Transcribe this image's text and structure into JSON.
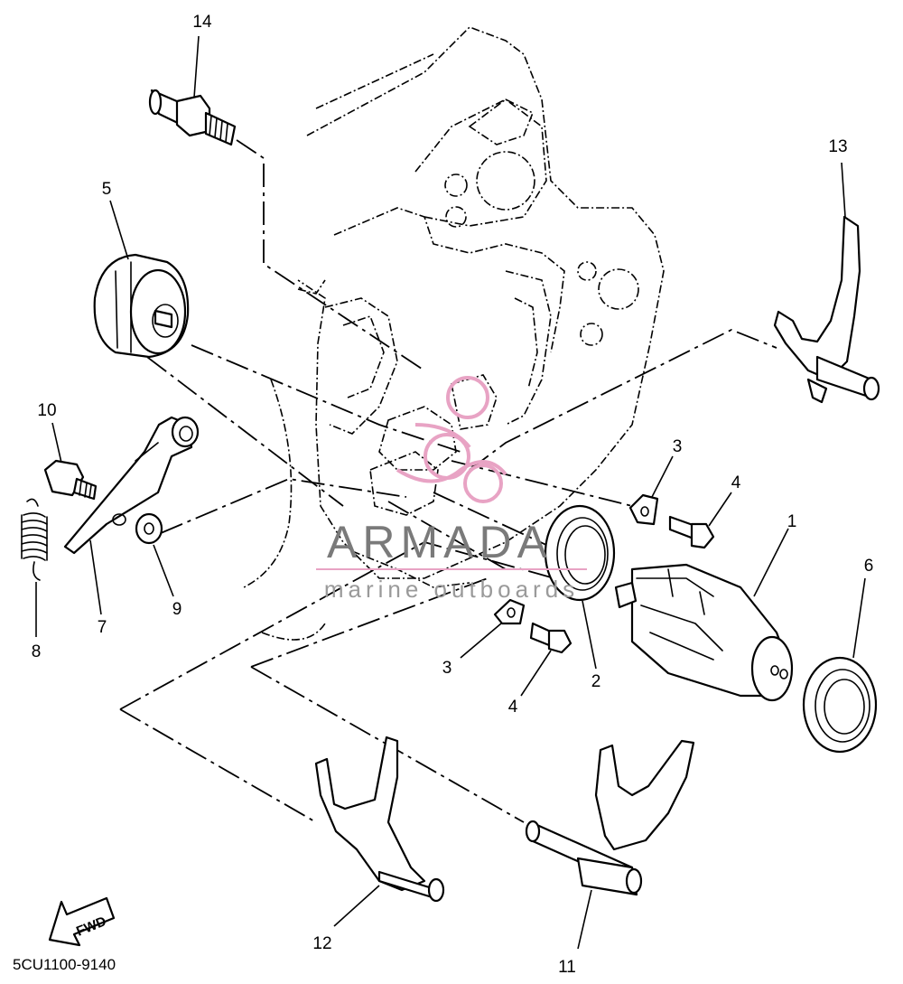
{
  "diagram": {
    "callouts": [
      {
        "id": "1",
        "label": "1"
      },
      {
        "id": "2",
        "label": "2"
      },
      {
        "id": "3a",
        "label": "3"
      },
      {
        "id": "3b",
        "label": "3"
      },
      {
        "id": "4a",
        "label": "4"
      },
      {
        "id": "4b",
        "label": "4"
      },
      {
        "id": "5",
        "label": "5"
      },
      {
        "id": "6",
        "label": "6"
      },
      {
        "id": "7",
        "label": "7"
      },
      {
        "id": "8",
        "label": "8"
      },
      {
        "id": "9",
        "label": "9"
      },
      {
        "id": "10",
        "label": "10"
      },
      {
        "id": "11",
        "label": "11"
      },
      {
        "id": "12",
        "label": "12"
      },
      {
        "id": "13",
        "label": "13"
      },
      {
        "id": "14",
        "label": "14"
      }
    ],
    "figure_code": "5CU1100-9140",
    "direction_label": "FWD"
  },
  "watermark": {
    "brand": "ARMADA",
    "subtitle": "marine outboards",
    "logo_color": "#e8a3c4",
    "text_color": "#7a7a7a"
  }
}
